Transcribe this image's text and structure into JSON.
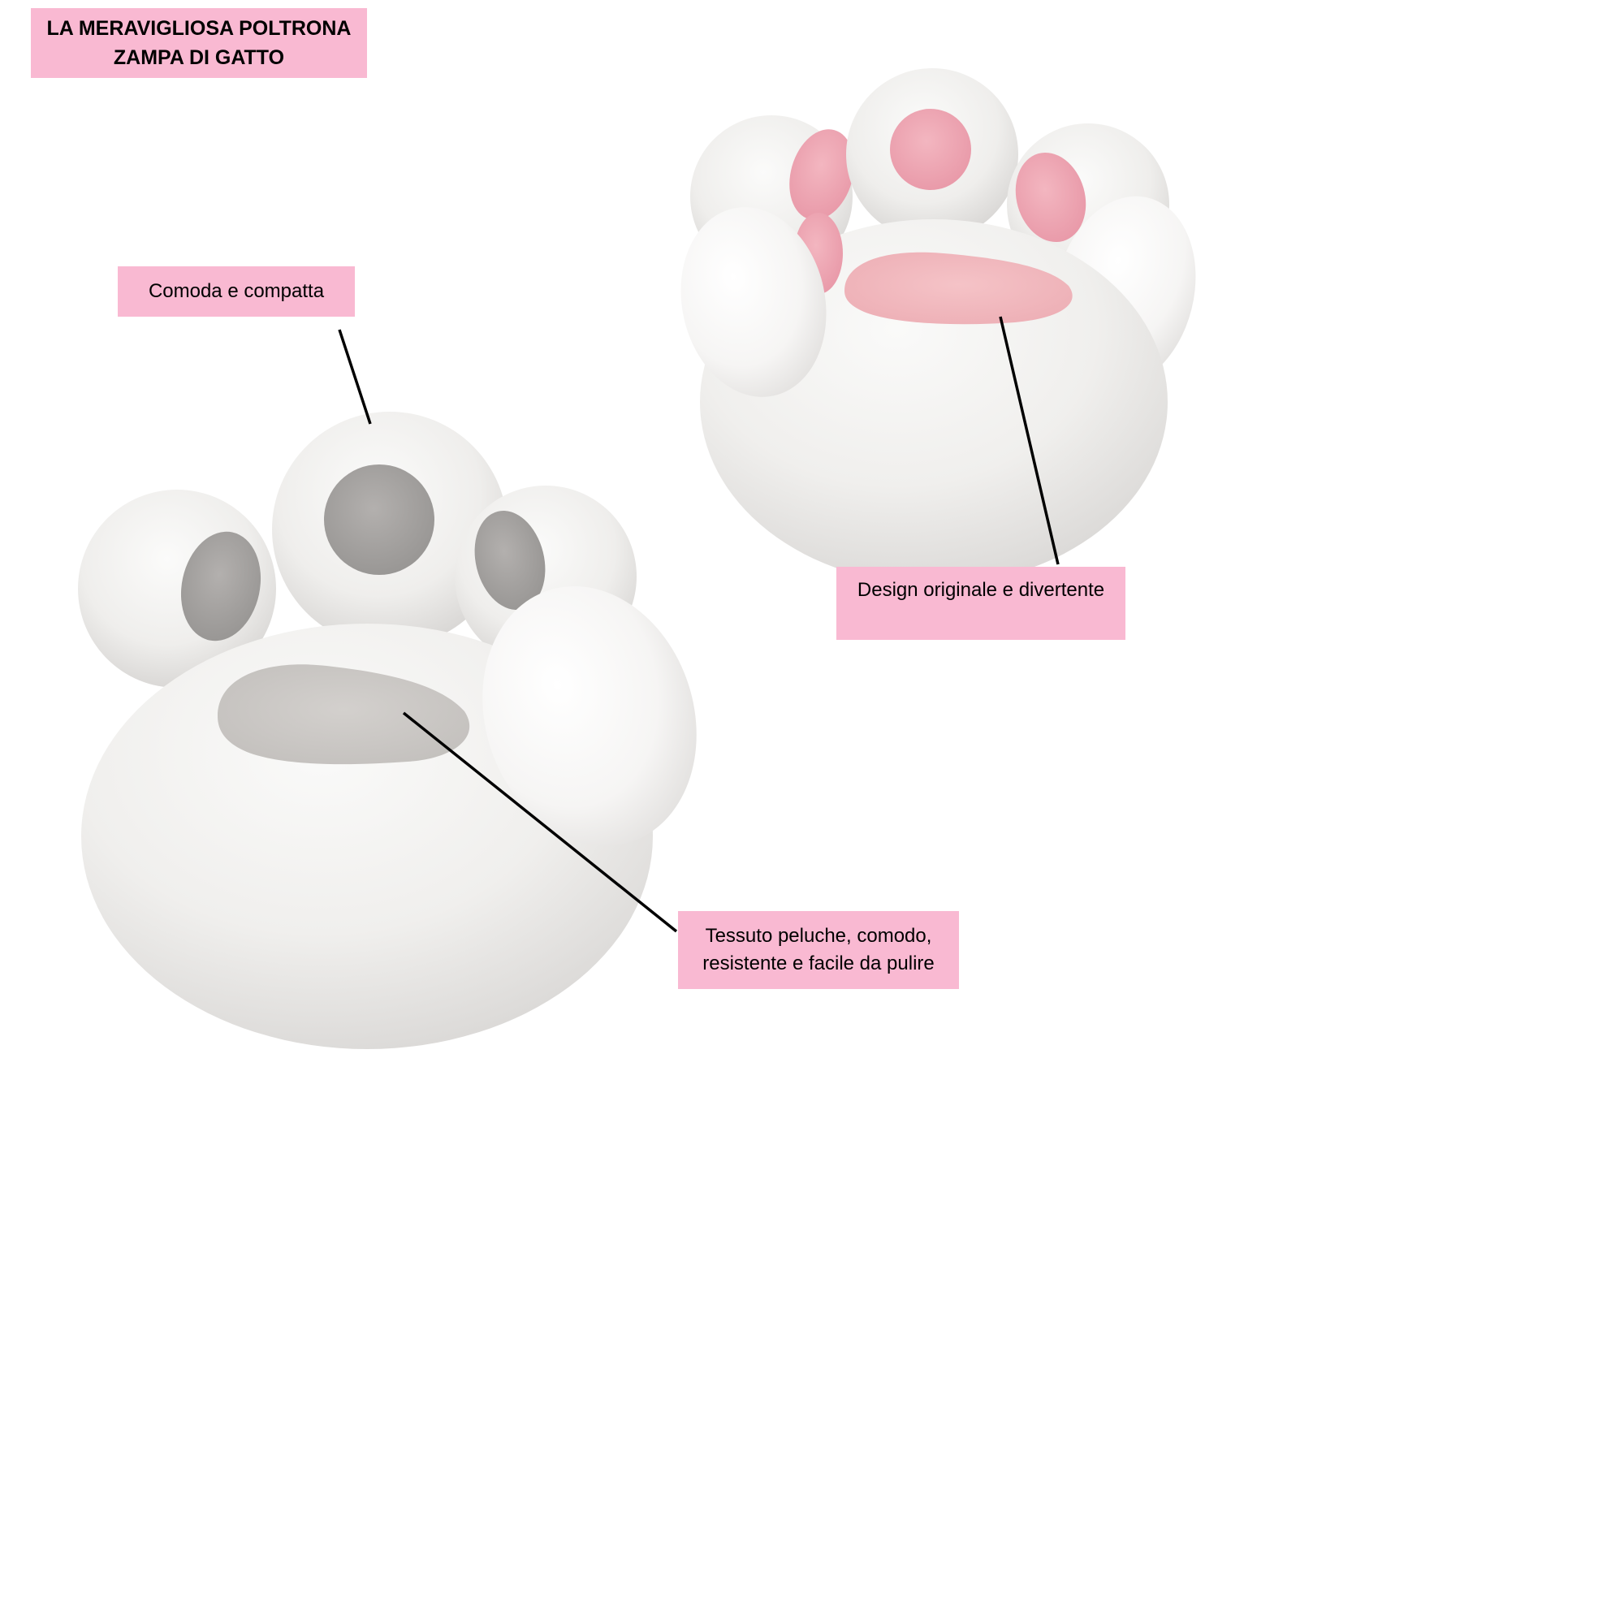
{
  "title": {
    "line1": "LA MERAVIGLIOSA POLTRONA",
    "line2": "ZAMPA DI GATTO"
  },
  "callouts": {
    "comfort": {
      "text": "Comoda e compatta"
    },
    "design": {
      "text": "Design originale e divertente"
    },
    "fabric": {
      "line1": "Tessuto peluche, comodo,",
      "line2": "resistente e facile da pulire"
    }
  },
  "product": {
    "subject": "cat-paw-armchair",
    "views": [
      "gray-front-view",
      "pink-pads-top-view"
    ]
  },
  "colors": {
    "label_background": "#f9b9d2",
    "label_text": "#000000",
    "page_background": "#ffffff",
    "callout_line": "#000000",
    "chair_body": "#f0efed",
    "chair_shading": "#d7d5d3",
    "pad_gray": "#a3a09d",
    "seat_gray": "#c9c6c3",
    "pad_pink": "#ec9fae",
    "seat_pink": "#f0b9bd"
  }
}
